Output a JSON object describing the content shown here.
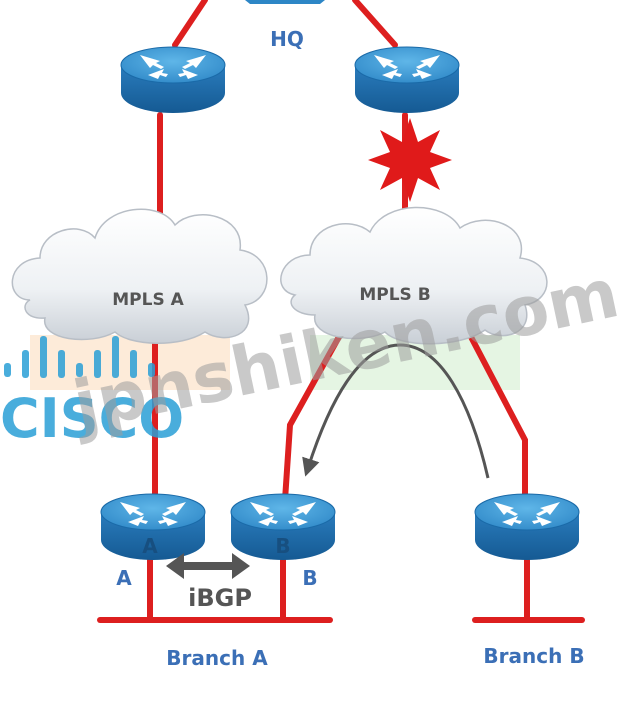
{
  "labels": {
    "hq": "HQ",
    "mpls_a": "MPLS A",
    "mpls_b": "MPLS B",
    "router_a_mark": "A",
    "router_b_mark": "B",
    "router_a_side": "A",
    "router_b_side": "B",
    "ibgp": "iBGP",
    "branch_a": "Branch A",
    "branch_b": "Branch B"
  },
  "watermark": {
    "logo": "CISCO",
    "text": "jpnshiken.com"
  },
  "colors": {
    "link": "#dd1f1f",
    "router_top": "#3f9fd8",
    "router_side": "#1f6fae",
    "label_blue": "#3b6fb6",
    "cloud": "#eef2f5",
    "failure_burst": "#e01a1a",
    "watermark_logo": "#2a9fd6",
    "watermark_text": "#9e9e9e"
  },
  "icons": {
    "router": "router-icon",
    "cloud": "cloud-icon",
    "failure": "failure-burst-icon",
    "ibgp": "double-arrow-icon",
    "reroute": "curved-arrow-icon"
  }
}
